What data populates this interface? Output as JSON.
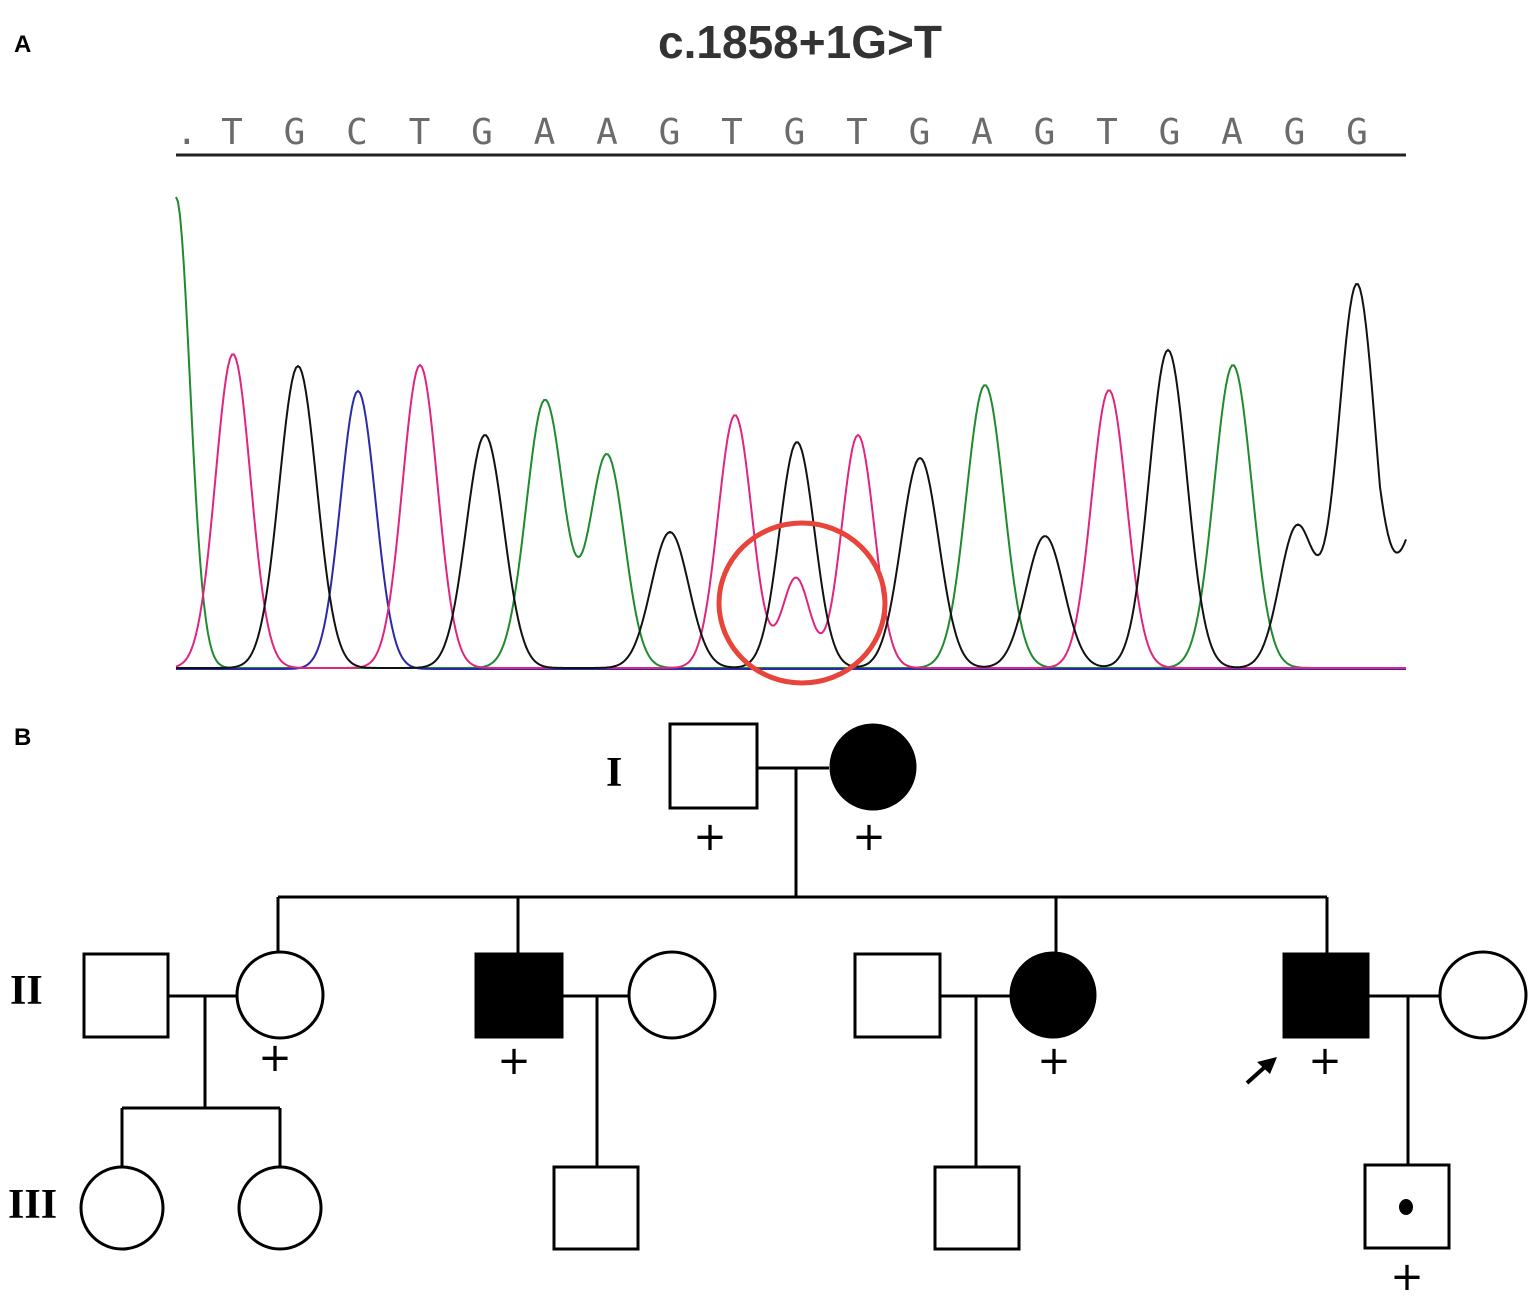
{
  "panels": {
    "a_label": "A",
    "b_label": "B"
  },
  "chromatogram": {
    "title": "c.1858+1G>T",
    "leading_dot": ".",
    "bases": [
      "T",
      "G",
      "C",
      "T",
      "G",
      "A",
      "A",
      "G",
      "T",
      "G",
      "T",
      "G",
      "A",
      "G",
      "T",
      "G",
      "A",
      "G",
      "G"
    ],
    "colors": {
      "A": "#1f8a2e",
      "C": "#2a2aa8",
      "G": "#111111",
      "T": "#e0257f",
      "highlight": "#e8443a"
    },
    "highlighted_base_index": 9,
    "highlight_note": "heterozygous G/T peak at splice donor site"
  },
  "pedigree": {
    "generation_labels": [
      "I",
      "II",
      "III"
    ],
    "carrier_mark": "+",
    "legend": {
      "square": "male",
      "circle": "female",
      "filled": "affected",
      "plus": "mutation carrier",
      "dot": "carrier (dot in square)",
      "arrow": "proband"
    },
    "individuals": [
      {
        "id": "I-1",
        "sex": "male",
        "affected": false,
        "carrier": true
      },
      {
        "id": "I-2",
        "sex": "female",
        "affected": true,
        "carrier": true
      },
      {
        "id": "II-1",
        "sex": "male",
        "affected": false,
        "carrier": false
      },
      {
        "id": "II-2",
        "sex": "female",
        "affected": false,
        "carrier": true
      },
      {
        "id": "II-3",
        "sex": "male",
        "affected": true,
        "carrier": true
      },
      {
        "id": "II-4",
        "sex": "female",
        "affected": false,
        "carrier": false
      },
      {
        "id": "II-5",
        "sex": "male",
        "affected": false,
        "carrier": false
      },
      {
        "id": "II-6",
        "sex": "female",
        "affected": true,
        "carrier": true
      },
      {
        "id": "II-7",
        "sex": "male",
        "affected": true,
        "carrier": true,
        "proband": true
      },
      {
        "id": "II-8",
        "sex": "female",
        "affected": false,
        "carrier": false
      },
      {
        "id": "III-1",
        "sex": "female",
        "affected": false,
        "carrier": false
      },
      {
        "id": "III-2",
        "sex": "female",
        "affected": false,
        "carrier": false
      },
      {
        "id": "III-3",
        "sex": "male",
        "affected": false,
        "carrier": false
      },
      {
        "id": "III-4",
        "sex": "male",
        "affected": false,
        "carrier": false
      },
      {
        "id": "III-5",
        "sex": "male",
        "affected": false,
        "carrier": true,
        "dot": true
      }
    ]
  }
}
